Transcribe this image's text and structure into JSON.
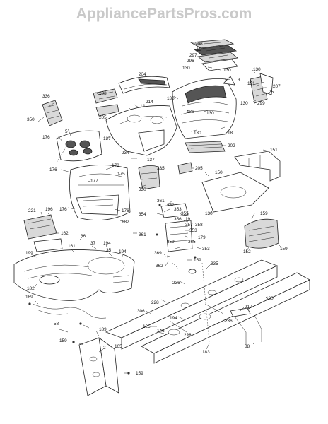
{
  "watermark": "AppliancePartsPros.com",
  "callouts": [
    {
      "id": "c208",
      "text": "208"
    },
    {
      "id": "c15",
      "text": "15"
    },
    {
      "id": "c297",
      "text": "297"
    },
    {
      "id": "c296",
      "text": "296"
    },
    {
      "id": "c130a",
      "text": "130"
    },
    {
      "id": "c130b",
      "text": "130"
    },
    {
      "id": "c204",
      "text": "204"
    },
    {
      "id": "c3",
      "text": "3"
    },
    {
      "id": "c130c",
      "text": "130"
    },
    {
      "id": "c191",
      "text": "191"
    },
    {
      "id": "c207",
      "text": "207"
    },
    {
      "id": "c25",
      "text": "25"
    },
    {
      "id": "c130d",
      "text": "130"
    },
    {
      "id": "c299",
      "text": "299"
    },
    {
      "id": "c336",
      "text": "336"
    },
    {
      "id": "c203",
      "text": "203"
    },
    {
      "id": "c214",
      "text": "214"
    },
    {
      "id": "c14",
      "text": "14"
    },
    {
      "id": "c130e",
      "text": "130"
    },
    {
      "id": "c136",
      "text": "136"
    },
    {
      "id": "c130f",
      "text": "130"
    },
    {
      "id": "c205a",
      "text": "205"
    },
    {
      "id": "c350a",
      "text": "350"
    },
    {
      "id": "c130g",
      "text": "130"
    },
    {
      "id": "c18",
      "text": "18"
    },
    {
      "id": "c5",
      "text": "5"
    },
    {
      "id": "c176a",
      "text": "176"
    },
    {
      "id": "c137a",
      "text": "137"
    },
    {
      "id": "c202",
      "text": "202"
    },
    {
      "id": "c234",
      "text": "234"
    },
    {
      "id": "c137b",
      "text": "137"
    },
    {
      "id": "c151",
      "text": "151"
    },
    {
      "id": "c176b",
      "text": "176"
    },
    {
      "id": "c178",
      "text": "178"
    },
    {
      "id": "c175",
      "text": "175"
    },
    {
      "id": "c335",
      "text": "335"
    },
    {
      "id": "c205b",
      "text": "205"
    },
    {
      "id": "c150",
      "text": "150"
    },
    {
      "id": "c177",
      "text": "177"
    },
    {
      "id": "c350b",
      "text": "350"
    },
    {
      "id": "c361a",
      "text": "361"
    },
    {
      "id": "c352",
      "text": "352"
    },
    {
      "id": "c353a",
      "text": "353"
    },
    {
      "id": "c355",
      "text": "355"
    },
    {
      "id": "c176c",
      "text": "176"
    },
    {
      "id": "c176d",
      "text": "176"
    },
    {
      "id": "c354",
      "text": "354"
    },
    {
      "id": "c130h",
      "text": "130"
    },
    {
      "id": "c356",
      "text": "356"
    },
    {
      "id": "c19",
      "text": "19"
    },
    {
      "id": "c159a",
      "text": "159"
    },
    {
      "id": "c221",
      "text": "221"
    },
    {
      "id": "c196",
      "text": "196"
    },
    {
      "id": "c357",
      "text": "357"
    },
    {
      "id": "c358",
      "text": "358"
    },
    {
      "id": "c182a",
      "text": "182"
    },
    {
      "id": "c353b",
      "text": "353"
    },
    {
      "id": "c162",
      "text": "162"
    },
    {
      "id": "c36",
      "text": "36"
    },
    {
      "id": "c179",
      "text": "179"
    },
    {
      "id": "c361b",
      "text": "361"
    },
    {
      "id": "c359",
      "text": "359"
    },
    {
      "id": "c365",
      "text": "365"
    },
    {
      "id": "c37",
      "text": "37"
    },
    {
      "id": "c161",
      "text": "161"
    },
    {
      "id": "c194a",
      "text": "194"
    },
    {
      "id": "c353c",
      "text": "353"
    },
    {
      "id": "c152",
      "text": "152"
    },
    {
      "id": "c159b",
      "text": "159"
    },
    {
      "id": "c35",
      "text": "35"
    },
    {
      "id": "c194b",
      "text": "194"
    },
    {
      "id": "c369",
      "text": "369"
    },
    {
      "id": "c199",
      "text": "199"
    },
    {
      "id": "c362",
      "text": "362"
    },
    {
      "id": "c159c",
      "text": "159"
    },
    {
      "id": "c235",
      "text": "235"
    },
    {
      "id": "c236a",
      "text": "236"
    },
    {
      "id": "c182b",
      "text": "182"
    },
    {
      "id": "c180",
      "text": "180"
    },
    {
      "id": "c189a",
      "text": "189"
    },
    {
      "id": "c228a",
      "text": "228"
    },
    {
      "id": "c217",
      "text": "217"
    },
    {
      "id": "c306",
      "text": "306"
    },
    {
      "id": "c194c",
      "text": "194"
    },
    {
      "id": "c236b",
      "text": "236"
    },
    {
      "id": "c125",
      "text": "125"
    },
    {
      "id": "c146",
      "text": "146"
    },
    {
      "id": "c58",
      "text": "58"
    },
    {
      "id": "c228b",
      "text": "228"
    },
    {
      "id": "c189b",
      "text": "189"
    },
    {
      "id": "c159d",
      "text": "159"
    },
    {
      "id": "c2",
      "text": "2"
    },
    {
      "id": "c165",
      "text": "165"
    },
    {
      "id": "c183",
      "text": "183"
    },
    {
      "id": "c88",
      "text": "88"
    },
    {
      "id": "c159e",
      "text": "159"
    }
  ]
}
